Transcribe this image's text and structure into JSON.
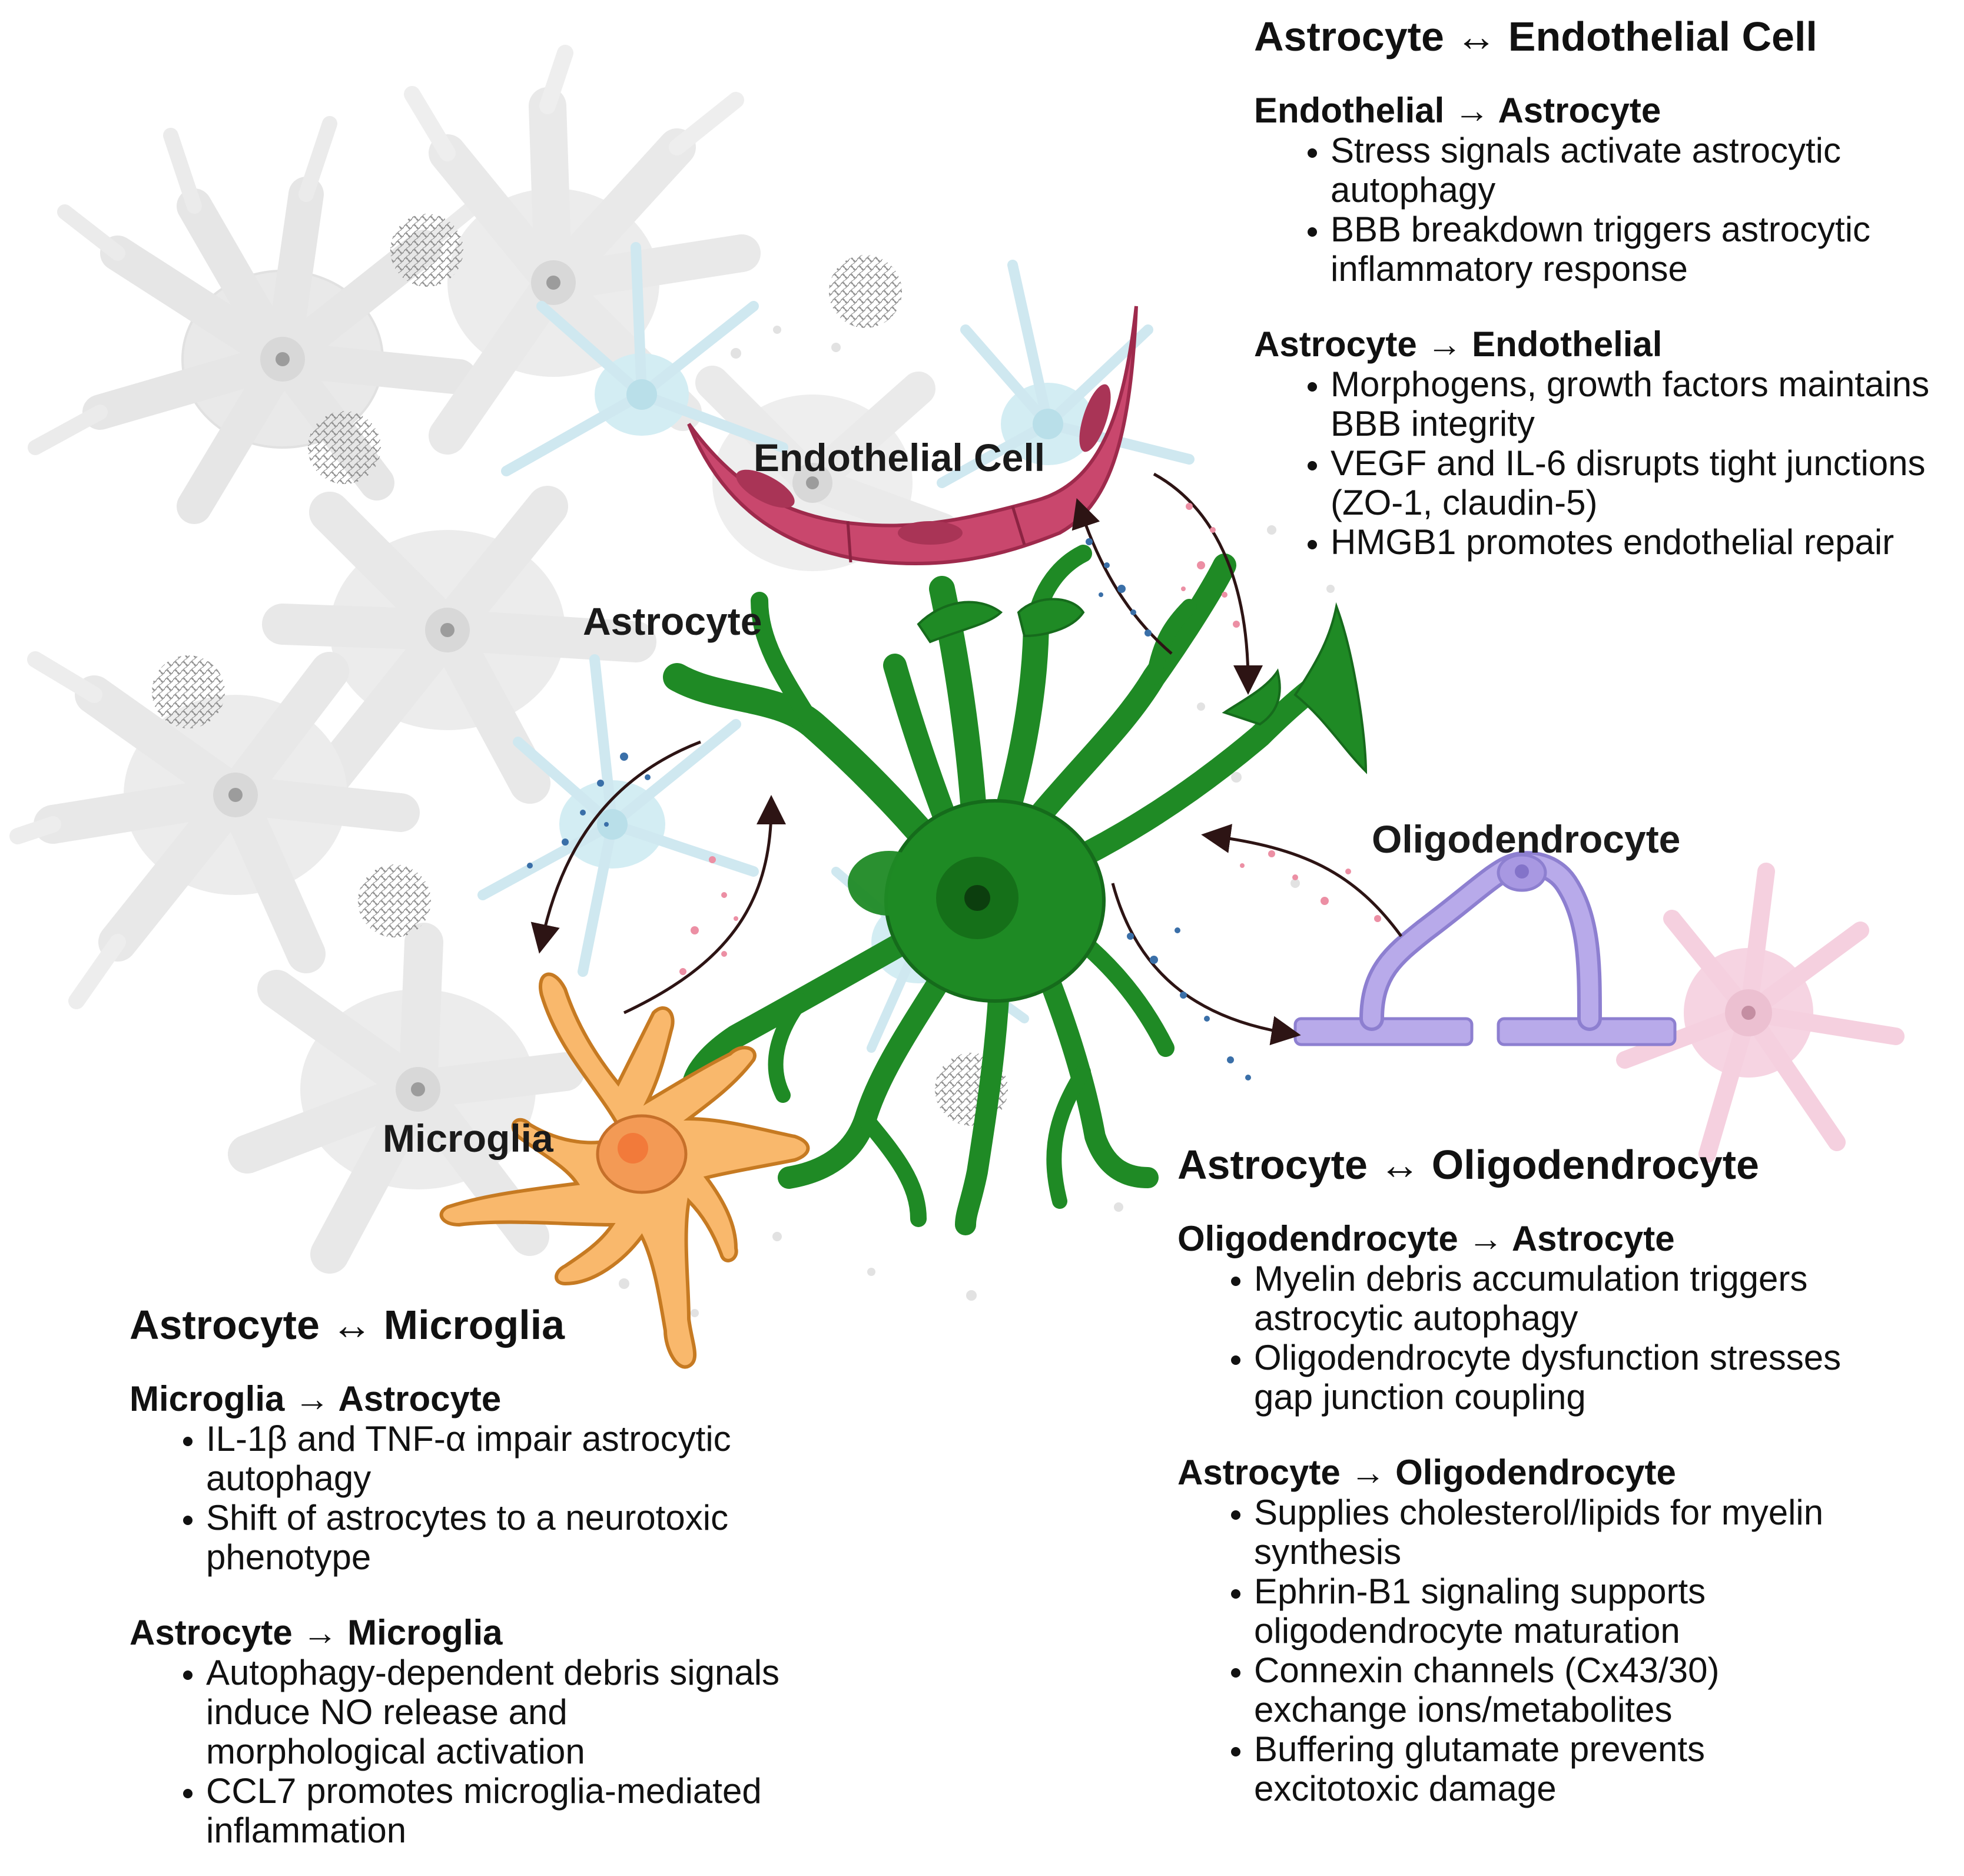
{
  "labels": {
    "endothelial_cell": "Endothelial Cell",
    "astrocyte": "Astrocyte",
    "oligodendrocyte": "Oligodendrocyte",
    "microglia": "Microglia"
  },
  "colors": {
    "astrocyte": "#1e8a24",
    "endothelial": "#c6466a",
    "oligodendrocyte": "#b7a9ea",
    "microglia": "#f7b76b",
    "background_cell": "#e6e6e6",
    "light_blue_cell": "#cde9f0",
    "pink_cell": "#f4cadc",
    "arrow": "#3a1f1f"
  },
  "panels": {
    "endothelial": {
      "title": "Astrocyte ↔ Endothelial Cell",
      "sections": [
        {
          "heading": "Endothelial → Astrocyte",
          "items": [
            "Stress signals activate astrocytic autophagy",
            "BBB breakdown triggers astrocytic inflammatory response"
          ]
        },
        {
          "heading": "Astrocyte → Endothelial",
          "items": [
            "Morphogens, growth factors maintains BBB integrity",
            "VEGF and IL-6 disrupts tight junctions (ZO-1, claudin-5)",
            "HMGB1 promotes endothelial repair"
          ]
        }
      ]
    },
    "oligodendrocyte": {
      "title": "Astrocyte ↔ Oligodendrocyte",
      "sections": [
        {
          "heading": "Oligodendrocyte → Astrocyte",
          "items": [
            "Myelin debris accumulation triggers astrocytic autophagy",
            "Oligodendrocyte dysfunction stresses gap junction coupling"
          ]
        },
        {
          "heading": "Astrocyte → Oligodendrocyte",
          "items": [
            "Supplies cholesterol/lipids for myelin synthesis",
            "Ephrin-B1 signaling supports oligodendrocyte maturation",
            "Connexin channels (Cx43/30) exchange ions/metabolites",
            "Buffering glutamate prevents excitotoxic damage"
          ]
        }
      ]
    },
    "microglia": {
      "title": "Astrocyte ↔ Microglia",
      "sections": [
        {
          "heading": "Microglia → Astrocyte",
          "items": [
            "IL-1β and TNF-α impair astrocytic autophagy",
            "Shift of astrocytes to a neurotoxic phenotype"
          ]
        },
        {
          "heading": "Astrocyte → Microglia",
          "items": [
            "Autophagy-dependent debris signals induce NO release and morphological activation",
            "CCL7 promotes microglia-mediated inflammation"
          ]
        }
      ]
    }
  }
}
